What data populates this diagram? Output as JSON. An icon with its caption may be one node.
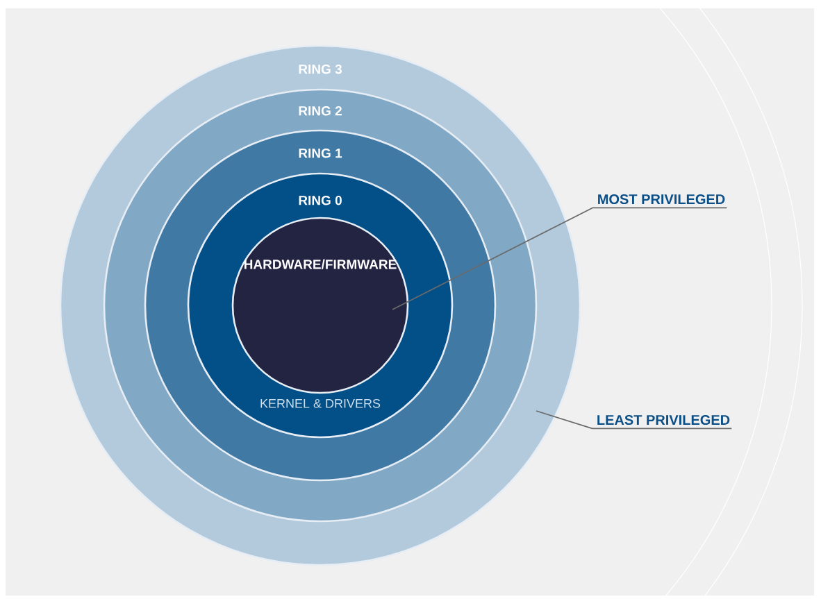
{
  "diagram": {
    "nodes": [
      {
        "text": [
          "RING 3"
        ]
      },
      {
        "text": [
          "RING 2"
        ],
        "in": 0
      },
      {
        "text": [
          "RING 1"
        ],
        "in": 1
      },
      {
        "text": [
          "RING 0",
          "KERNEL & DRIVERS"
        ],
        "in": 2
      },
      {
        "text": [
          "HARDWARE/FIRMWARE"
        ],
        "in": 3
      },
      {
        "text": [
          "MOST PRIVILEGED"
        ]
      },
      {
        "text": [
          "LEAST PRIVILEGED"
        ]
      }
    ],
    "edges": [
      {
        "from": 5,
        "to": 4,
        "arrow": "none"
      },
      {
        "from": 6,
        "to": 0,
        "arrow": "none"
      }
    ]
  }
}
